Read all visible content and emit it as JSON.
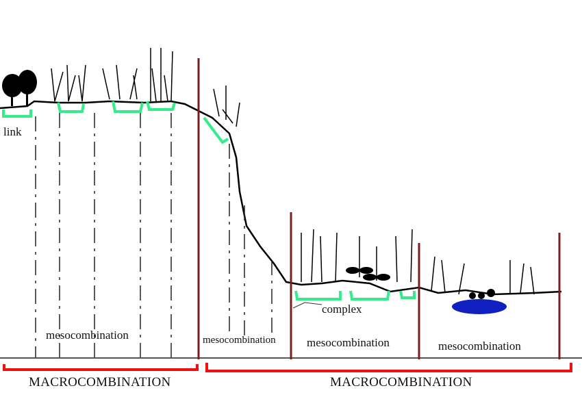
{
  "labels": {
    "link": "link",
    "complex": "complex",
    "mesocombination": [
      "mesocombination",
      "mesocombination",
      "mesocombination",
      "mesocombination"
    ],
    "macrocombination": [
      "MACROCOMBINATION",
      "MACROCOMBINATION"
    ]
  },
  "colors": {
    "bracket_green": "#33ee88",
    "bracket_red": "#ee1111",
    "boundary": "#7a1f1f",
    "water": "#1020c0"
  }
}
